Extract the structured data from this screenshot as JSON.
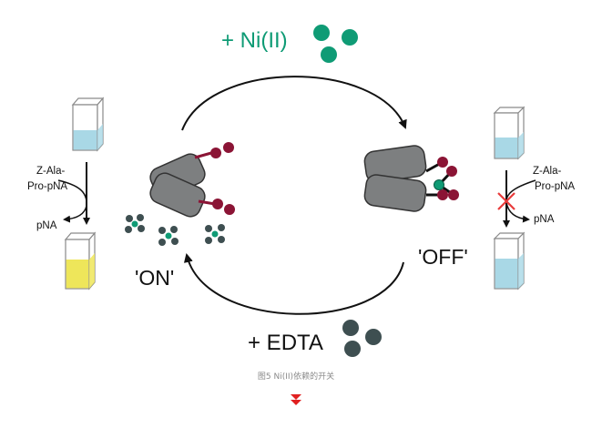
{
  "labels": {
    "add_nickel": "+ Ni(II)",
    "add_edta": "+ EDTA",
    "state_on": "'ON'",
    "state_off": "'OFF'",
    "substrate_left": [
      "Z-Ala-",
      "Pro-pNA"
    ],
    "product_left": "pNA",
    "substrate_right": [
      "Z-Ala-",
      "Pro-pNA"
    ],
    "product_right": "pNA"
  },
  "caption": "图5 Ni(II)依赖的开关",
  "colors": {
    "nickel": "#0f9b75",
    "edta": "#3e4f51",
    "protein": "#7d7f80",
    "ligand": "#8b1435",
    "cuvette_blue": "#a9d8e6",
    "cuvette_yellow": "#eee65a",
    "inhibit_mark": "#e83a3a",
    "marker": "#e02020"
  },
  "icons": {
    "down_marker": "double-chevron-down-icon"
  }
}
